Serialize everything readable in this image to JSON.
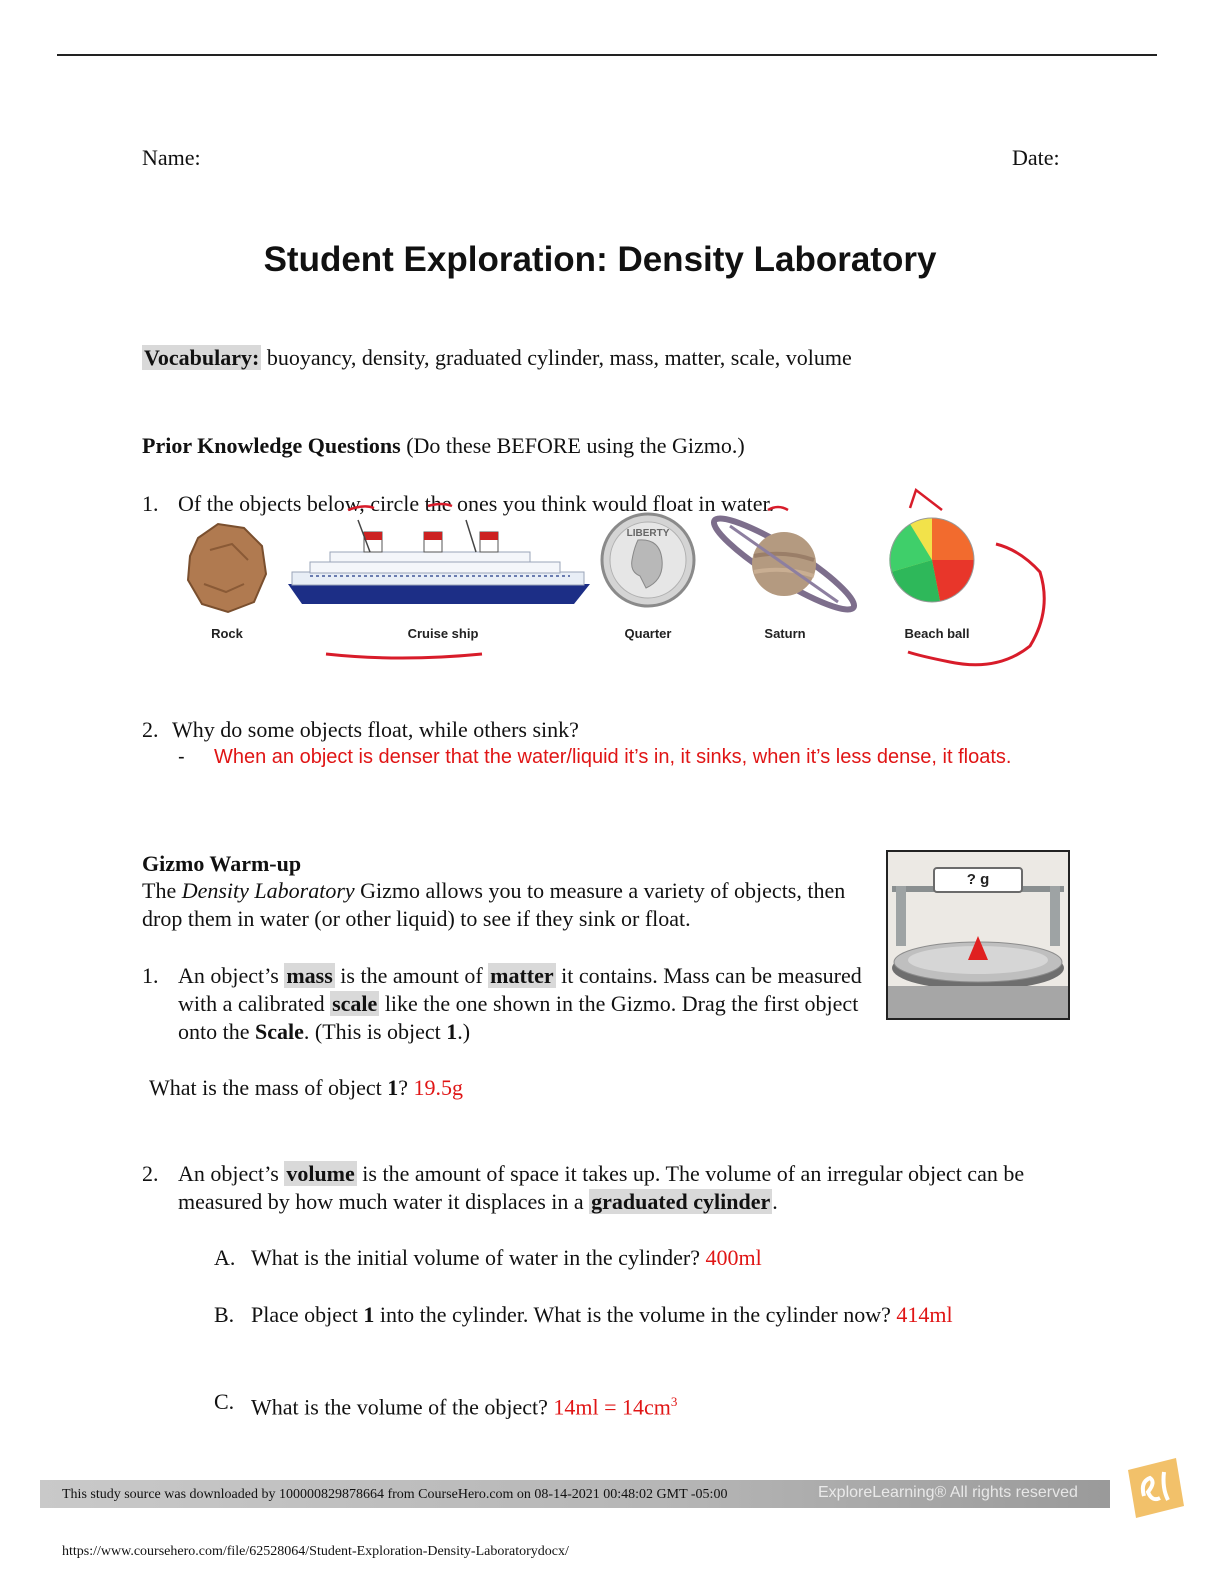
{
  "header": {
    "name_label": "Name:",
    "date_label": "Date:"
  },
  "title": "Student Exploration: Density Laboratory",
  "vocabulary": {
    "label": "Vocabulary:",
    "terms": " buoyancy, density, graduated cylinder, mass, matter, scale, volume"
  },
  "prior_knowledge": {
    "heading": "Prior Knowledge Questions",
    "note": " (Do these BEFORE using the Gizmo.)",
    "q1": {
      "num": "1.",
      "text": "Of the objects below, circle the ones you think would float in water."
    },
    "objects": [
      {
        "label": "Rock"
      },
      {
        "label": "Cruise ship"
      },
      {
        "label": "Quarter"
      },
      {
        "label": "Saturn"
      },
      {
        "label": "Beach ball"
      }
    ],
    "quarter_text": "LIBERTY",
    "q2": {
      "num": "2.",
      "text": "Why do some objects float, while others sink?",
      "dash": "-",
      "answer": "When an object is denser that the water/liquid it’s in, it sinks, when it’s less dense, it floats."
    }
  },
  "warmup": {
    "heading": "Gizmo Warm-up",
    "intro_1": "The ",
    "intro_italic": "Density Laboratory",
    "intro_2": " Gizmo allows you to measure a variety of objects, then drop them in water (or other liquid) to see if they sink or float.",
    "scale_readout": "? g",
    "q1": {
      "num": "1.",
      "t1": "An object’s ",
      "mass": "mass",
      "t2": " is the amount of ",
      "matter": "matter",
      "t3": " it contains. Mass can be measured with a calibrated ",
      "scale": "scale",
      "t4": " like the one shown in the Gizmo. Drag the first object onto the ",
      "scale_bold": "Scale",
      "t5": ". (This is object ",
      "one": "1",
      "t6": ".)"
    },
    "mass_q": {
      "t1": "What is the mass of object ",
      "one": "1",
      "t2": "? ",
      "answer": "19.5g"
    },
    "q2": {
      "num": "2.",
      "t1": "An object’s ",
      "volume": "volume",
      "t2": " is the amount of space it takes up. The volume of an irregular object can be measured by how much water it displaces in a ",
      "grad": "graduated cylinder",
      "t3": "."
    },
    "sub": [
      {
        "letter": "A.",
        "text": "What is the initial volume of water in the cylinder?  ",
        "answer": "400ml"
      },
      {
        "letter": "B.",
        "text_1": "Place object ",
        "one": "1",
        "text_2": " into the cylinder. What is the volume in the cylinder now?  ",
        "answer": "414ml"
      },
      {
        "letter": "C.",
        "text": "What is the volume of the object?  ",
        "answer": "14ml = 14cm",
        "sup": "3"
      }
    ]
  },
  "footer": {
    "download_notice": "This study source was downloaded by 100000829878664 from CourseHero.com on 08-14-2021 00:48:02 GMT -05:00",
    "watermark": "ExploreLearning® All rights reserved",
    "url": "https://www.coursehero.com/file/62528064/Student-Exploration-Density-Laboratorydocx/"
  }
}
